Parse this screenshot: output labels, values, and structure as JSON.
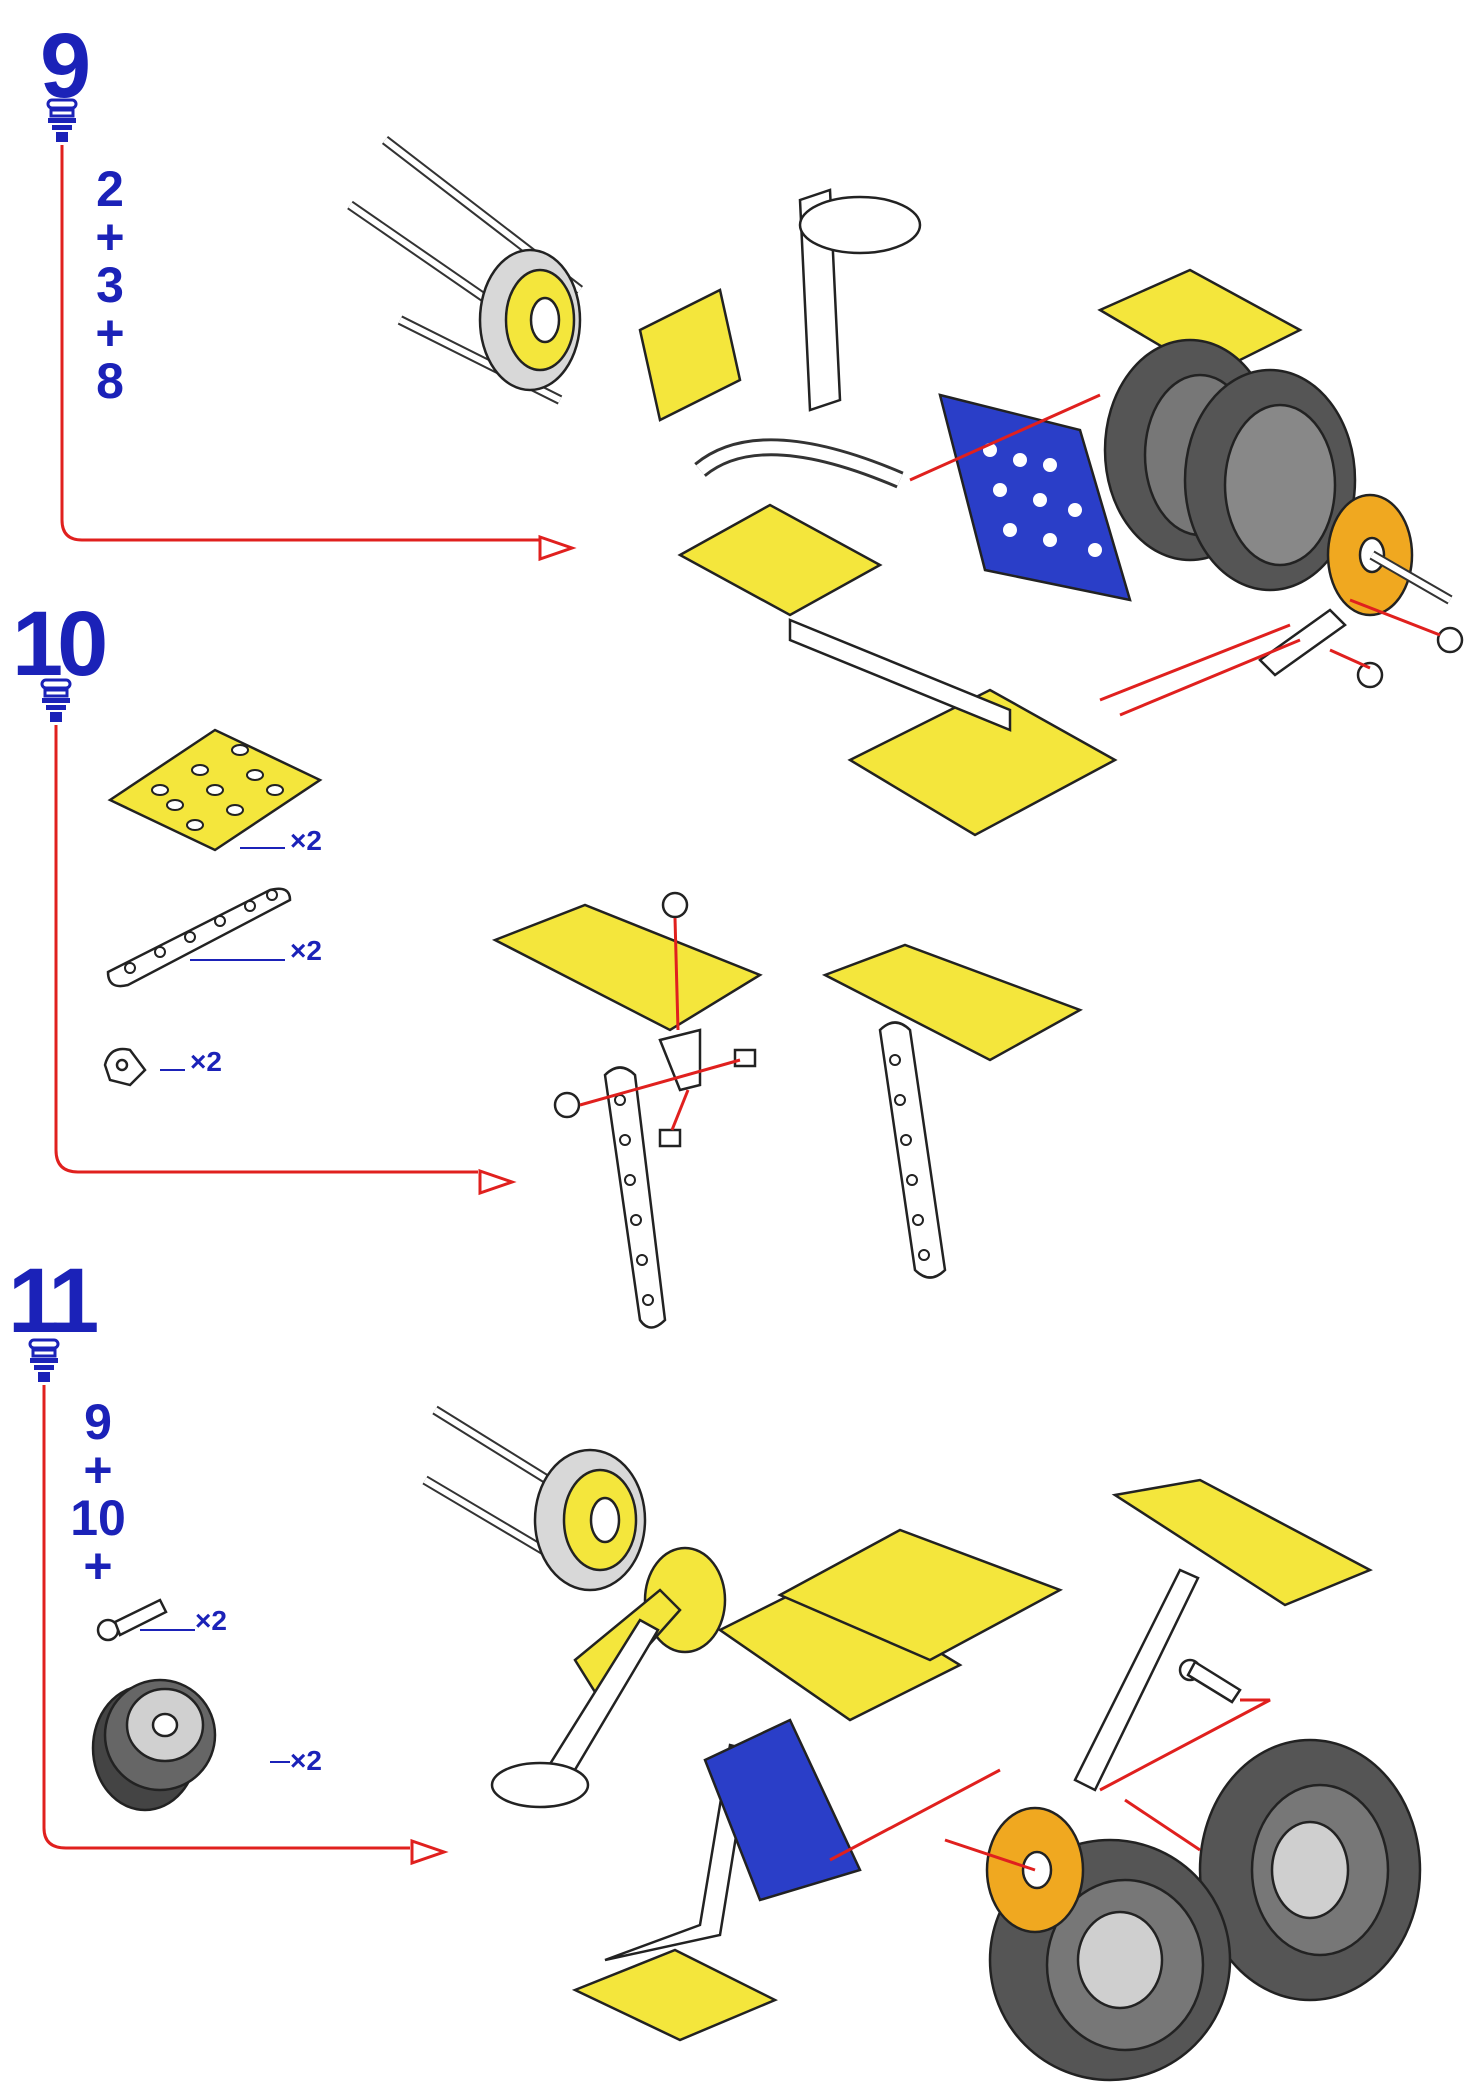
{
  "steps": [
    {
      "number": "9",
      "formula": [
        "2",
        "+",
        "3",
        "+",
        "8"
      ]
    },
    {
      "number": "10",
      "parts": [
        {
          "name": "flat-plate",
          "qty": "×2"
        },
        {
          "name": "strip",
          "qty": "×2"
        },
        {
          "name": "angle-bracket",
          "qty": "×2"
        }
      ]
    },
    {
      "number": "11",
      "formula": [
        "9",
        "+",
        "10",
        "+"
      ],
      "parts": [
        {
          "name": "axle-bolt",
          "qty": "×2"
        },
        {
          "name": "wheel",
          "qty": "×2"
        }
      ]
    }
  ],
  "colors": {
    "step_blue": "#1b22b8",
    "arrow_red": "#e0201e",
    "part_yellow": "#f4e63c",
    "part_blue": "#2a3ec8",
    "tyre_grey": "#555555"
  },
  "icons": [
    "screwdriver-icon",
    "arrow-right-icon"
  ]
}
